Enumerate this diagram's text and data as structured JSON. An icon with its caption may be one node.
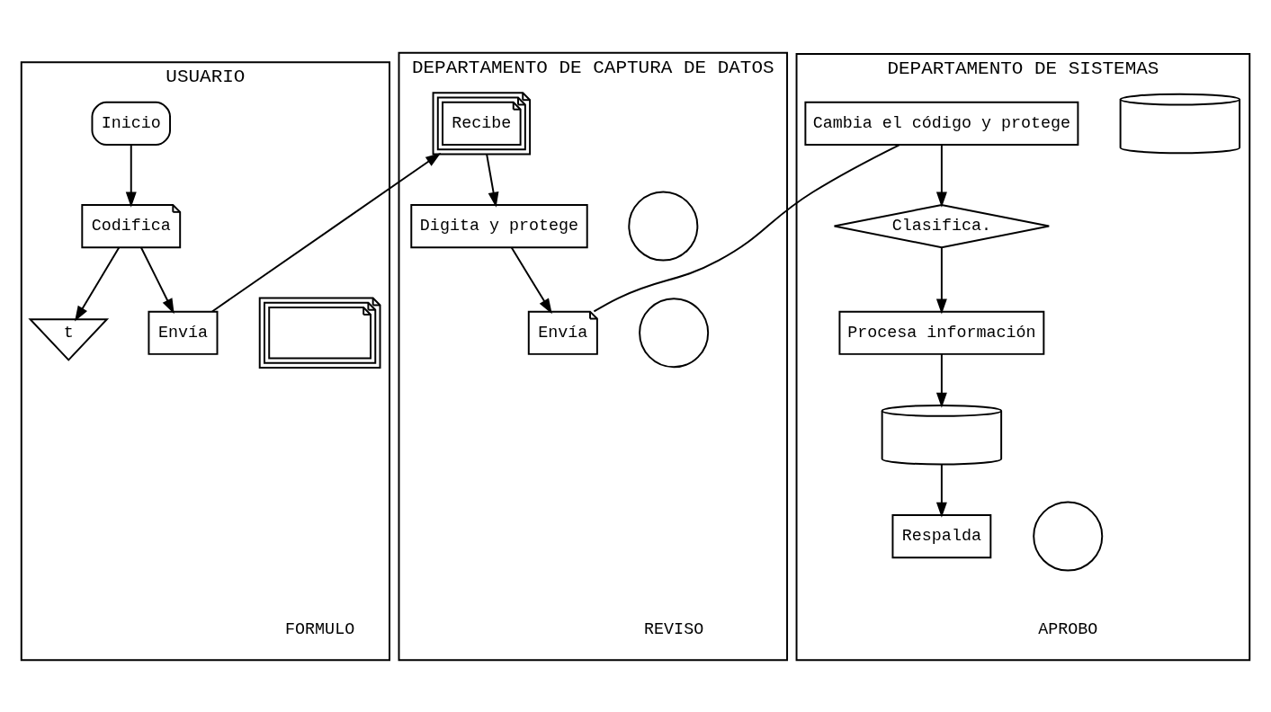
{
  "diagram": {
    "nodes": [
      {
        "text": [
          "USUARIO"
        ]
      },
      {
        "text": [
          "DEPARTAMENTO DE CAPTURA DE DATOS"
        ]
      },
      {
        "text": [
          "DEPARTAMENTO DE SISTEMAS"
        ]
      },
      {
        "text": [
          "Inicio"
        ],
        "in": 0
      },
      {
        "text": [
          "Codifica"
        ],
        "in": 0
      },
      {
        "text": [
          "t"
        ],
        "in": 0
      },
      {
        "text": [
          "Envía"
        ],
        "in": 0
      },
      {
        "text": [],
        "shape": "document",
        "in": 0
      },
      {
        "text": [
          "Recibe"
        ],
        "in": 1
      },
      {
        "text": [
          "Digita y protege"
        ],
        "in": 1
      },
      {
        "text": [],
        "shape": "circle",
        "in": 1
      },
      {
        "text": [
          "Envía"
        ],
        "in": 1
      },
      {
        "text": [],
        "shape": "circle",
        "in": 1
      },
      {
        "text": [
          "Cambia el código y protege"
        ],
        "in": 2
      },
      {
        "text": [],
        "shape": "storage",
        "in": 2
      },
      {
        "text": [
          "Clasifica."
        ],
        "in": 2
      },
      {
        "text": [
          "Procesa información"
        ],
        "in": 2
      },
      {
        "text": [],
        "shape": "storage",
        "in": 2
      },
      {
        "text": [
          "Respalda"
        ],
        "in": 2
      },
      {
        "text": [],
        "shape": "circle",
        "in": 2
      }
    ],
    "edges": [
      {
        "from": 3,
        "to": 4,
        "arrow": "to"
      },
      {
        "from": 4,
        "to": 5,
        "arrow": "to"
      },
      {
        "from": 4,
        "to": 6,
        "arrow": "to"
      },
      {
        "from": 6,
        "to": 8,
        "arrow": "to"
      },
      {
        "from": 8,
        "to": 9,
        "arrow": "to"
      },
      {
        "from": 9,
        "to": 11,
        "arrow": "to"
      },
      {
        "from": 11,
        "to": 13,
        "arrow": "none"
      },
      {
        "from": 13,
        "to": 15,
        "arrow": "to"
      },
      {
        "from": 15,
        "to": 16,
        "arrow": "to"
      },
      {
        "from": 16,
        "to": 17,
        "arrow": "to"
      },
      {
        "from": 17,
        "to": 18,
        "arrow": "to"
      }
    ],
    "labels": [
      "FORMULO",
      "REVISO",
      "APROBO"
    ]
  }
}
